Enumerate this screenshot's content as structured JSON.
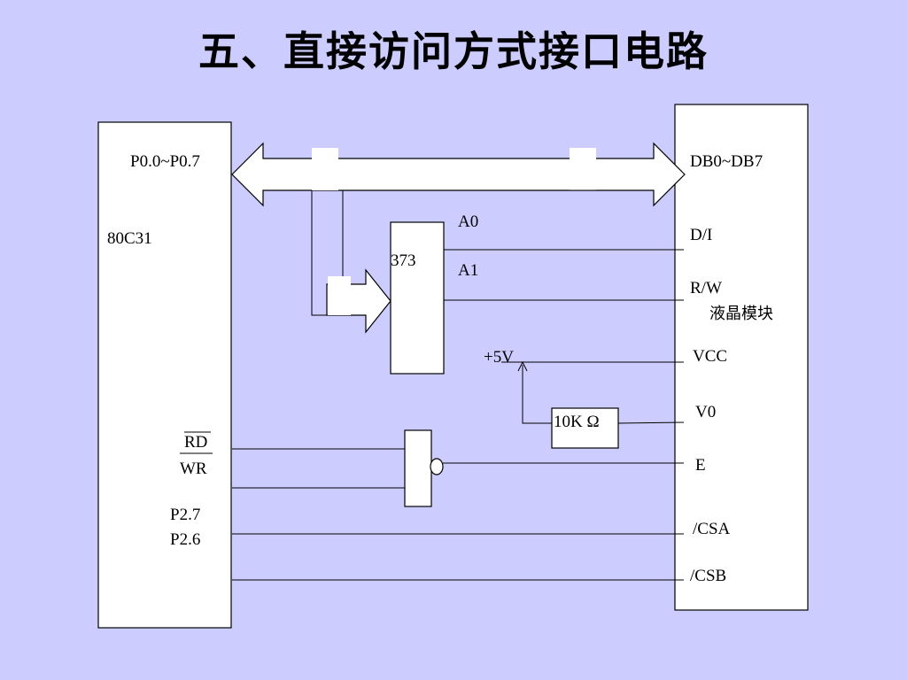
{
  "title": "五、直接访问方式接口电路",
  "cpu": {
    "name": "80C31",
    "bus_label": "P0.0~P0.7",
    "rd_label": "RD",
    "wr_label": "WR",
    "p27_label": "P2.7",
    "p26_label": "P2.6"
  },
  "latch": {
    "name": "373",
    "a0_label": "A0",
    "a1_label": "A1"
  },
  "lcd": {
    "name": "液晶模块",
    "db_label": "DB0~DB7",
    "di_label": "D/I",
    "rw_label": "R/W",
    "vcc_label": "VCC",
    "v0_label": "V0",
    "e_label": "E",
    "csa_label": "/CSA",
    "csb_label": "/CSB"
  },
  "power": {
    "supply_label": "+5V",
    "resistor_label": "10K Ω"
  }
}
